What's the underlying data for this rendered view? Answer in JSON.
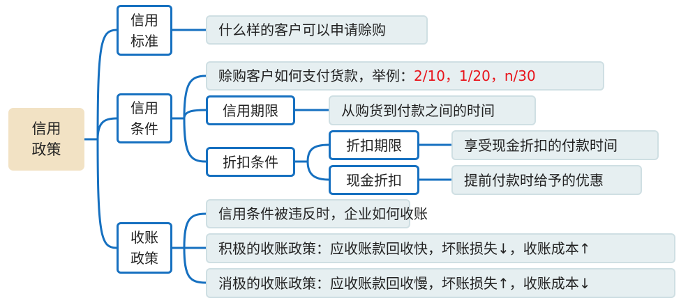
{
  "root": {
    "line1": "信用",
    "line2": "政策"
  },
  "branches": {
    "standard": {
      "line1": "信用",
      "line2": "标准",
      "desc": "什么样的客户可以申请赊购"
    },
    "terms": {
      "line1": "信用",
      "line2": "条件",
      "desc": "赊购客户如何支付货款，举例：",
      "example": "2/10，1/20，n/30",
      "period": {
        "label": "信用期限",
        "desc": "从购货到付款之间的时间"
      },
      "discount": {
        "label": "折扣条件",
        "period": {
          "label": "折扣期限",
          "desc": "享受现金折扣的付款时间"
        },
        "cash": {
          "label": "现金折扣",
          "desc": "提前付款时给予的优惠"
        }
      }
    },
    "collection": {
      "line1": "收账",
      "line2": "政策",
      "items": [
        "信用条件被违反时，企业如何收账",
        "积极的收账政策：应收账款回收快，坏账损失↓，收账成本↑",
        "消极的收账政策：应收账款回收慢，坏账损失↑，收账成本↓"
      ]
    }
  },
  "colors": {
    "line": "#1670c0",
    "root_fill": "#f2e2c4",
    "leaf_fill": "#e6eff1",
    "highlight": "#e8141b"
  }
}
